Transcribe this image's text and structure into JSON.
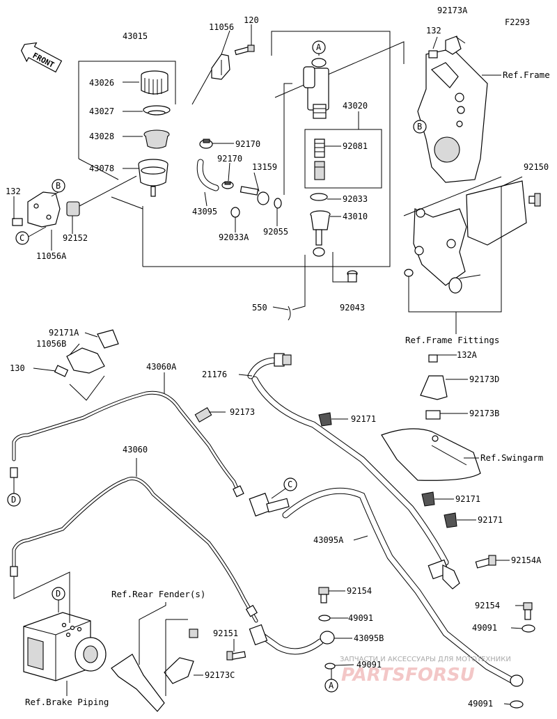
{
  "diagram_id": "F2293",
  "front_label": "FRONT",
  "callouts": {
    "a": "A",
    "b": "B",
    "c": "C",
    "d": "D"
  },
  "parts": {
    "p43015": "43015",
    "p43026": "43026",
    "p43027": "43027",
    "p43028": "43028",
    "p43078": "43078",
    "p11056": "11056",
    "p120": "120",
    "p92170a": "92170",
    "p92170b": "92170",
    "p13159": "13159",
    "p43095": "43095",
    "p92033a": "92033A",
    "p92055": "92055",
    "p132a": "132",
    "p92152": "92152",
    "p11056a": "11056A",
    "p43020": "43020",
    "p92081": "92081",
    "p92033": "92033",
    "p43010": "43010",
    "p550": "550",
    "p92043": "92043",
    "p92173a": "92173A",
    "p132b": "132",
    "p92150": "92150",
    "p92171a": "92171A",
    "p11056b": "11056B",
    "p130": "130",
    "p43060a": "43060A",
    "p21176": "21176",
    "p92173": "92173",
    "p132a2": "132A",
    "p92173d": "92173D",
    "p92173b": "92173B",
    "p92171_1": "92171",
    "p92171_2": "92171",
    "p92171_3": "92171",
    "p43060": "43060",
    "p43095a": "43095A",
    "p92154a": "92154A",
    "p92154_1": "92154",
    "p92154_2": "92154",
    "p49091_1": "49091",
    "p49091_2": "49091",
    "p49091_3": "49091",
    "p49091_4": "49091",
    "p43095b": "43095B",
    "p92151": "92151",
    "p92173c": "92173C"
  },
  "refs": {
    "frame": "Ref.Frame",
    "frame_fittings": "Ref.Frame Fittings",
    "swingarm": "Ref.Swingarm",
    "rear_fender": "Ref.Rear Fender(s)",
    "brake_piping": "Ref.Brake Piping"
  },
  "watermark": {
    "line1": "ЗАПЧАСТИ И АКСЕССУАРЫ ДЛЯ МОТОТЕХНИКИ",
    "line2": "PARTSFORSU"
  }
}
